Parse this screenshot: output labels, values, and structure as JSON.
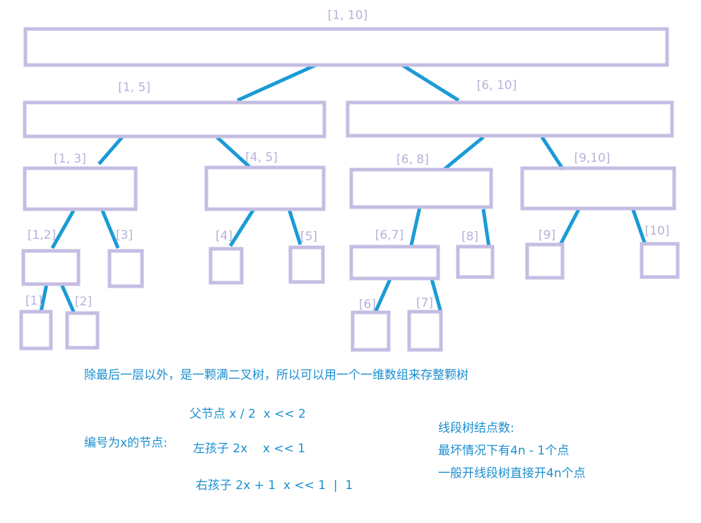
{
  "tree": {
    "nodes": [
      {
        "id": "n1_10",
        "label": "[1, 10]"
      },
      {
        "id": "n1_5",
        "label": "[1, 5]"
      },
      {
        "id": "n6_10",
        "label": "[6, 10]"
      },
      {
        "id": "n1_3",
        "label": "[1, 3]"
      },
      {
        "id": "n4_5",
        "label": "[4, 5]"
      },
      {
        "id": "n6_8",
        "label": "[6, 8]"
      },
      {
        "id": "n9_10",
        "label": "[9,10]"
      },
      {
        "id": "n1_2",
        "label": "[1,2]"
      },
      {
        "id": "n3",
        "label": "[3]"
      },
      {
        "id": "n4",
        "label": "[4]"
      },
      {
        "id": "n5",
        "label": "[5]"
      },
      {
        "id": "n6_7",
        "label": "[6,7]"
      },
      {
        "id": "n8",
        "label": "[8]"
      },
      {
        "id": "n9",
        "label": "[9]"
      },
      {
        "id": "n10",
        "label": "[10]"
      },
      {
        "id": "n1",
        "label": "[1]"
      },
      {
        "id": "n2",
        "label": "[2]"
      },
      {
        "id": "n6",
        "label": "[6]"
      },
      {
        "id": "n7",
        "label": "[7]"
      }
    ],
    "edges": [
      [
        "n1_10",
        "n1_5"
      ],
      [
        "n1_10",
        "n6_10"
      ],
      [
        "n1_5",
        "n1_3"
      ],
      [
        "n1_5",
        "n4_5"
      ],
      [
        "n6_10",
        "n6_8"
      ],
      [
        "n6_10",
        "n9_10"
      ],
      [
        "n1_3",
        "n1_2"
      ],
      [
        "n1_3",
        "n3"
      ],
      [
        "n4_5",
        "n4"
      ],
      [
        "n4_5",
        "n5"
      ],
      [
        "n6_8",
        "n6_7"
      ],
      [
        "n6_8",
        "n8"
      ],
      [
        "n9_10",
        "n9"
      ],
      [
        "n9_10",
        "n10"
      ],
      [
        "n1_2",
        "n1"
      ],
      [
        "n1_2",
        "n2"
      ],
      [
        "n6_7",
        "n6"
      ],
      [
        "n6_7",
        "n7"
      ]
    ],
    "colors": {
      "box": "#c5bde3",
      "edge": "#1a9bd6",
      "label": "#b7b1d9"
    }
  },
  "notes": {
    "full_tree": "除最后一层以外，是一颗满二叉树，所以可以用一个一维数组来存整颗树",
    "node_index_label": "编号为x的节点:",
    "parent": "父节点 x / 2  x << 2",
    "left_child": "左孩子 2x    x << 1",
    "right_child": "右孩子 2x + 1  x << 1  |  1",
    "count_title": "线段树结点数:",
    "count_worst": "最坏情况下有4n - 1个点",
    "count_general": "一般开线段树直接开4n个点",
    "color": "#1b8fd1"
  }
}
